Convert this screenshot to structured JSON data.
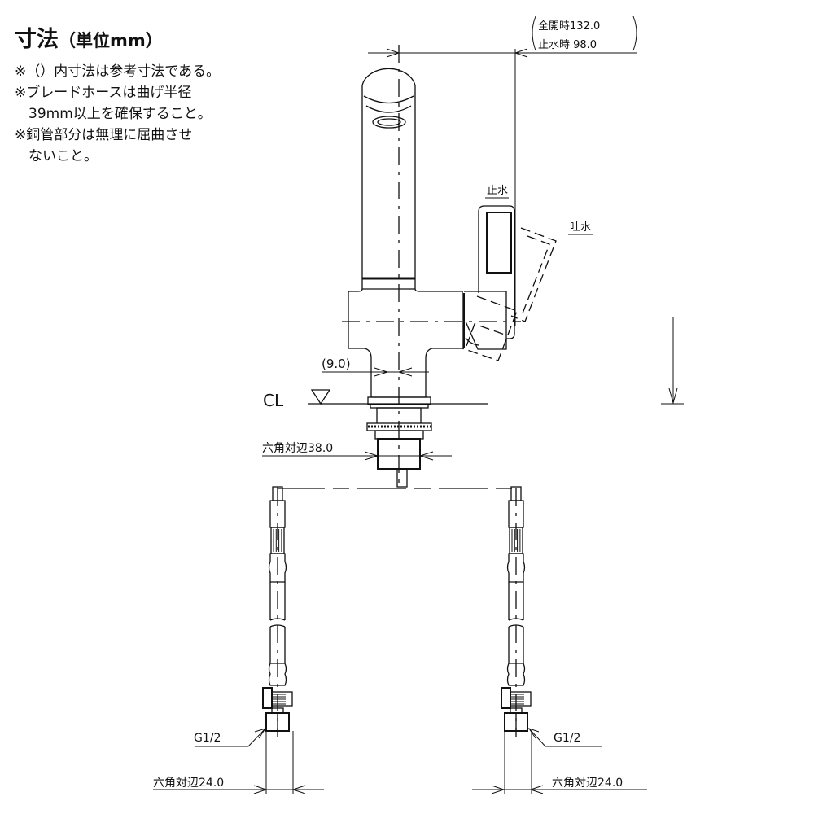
{
  "title": {
    "main": "寸法",
    "unit": "（単位mm）"
  },
  "notes": [
    "※（）内寸法は参考寸法である。",
    "※ブレードホースは曲げ半径",
    "　39mm以上を確保すること。",
    "※銅管部分は無理に屈曲させ",
    "　ないこと。"
  ],
  "dimensions": {
    "spout_reach_open": "全開時132.0",
    "spout_reach_closed": "止水時 98.0",
    "offset": "(9.0)",
    "cl": "CL",
    "hex_body": "六角対辺38.0",
    "thread_left": "G1/2",
    "thread_right": "G1/2",
    "hex_hose_left": "六角対辺24.0",
    "hex_hose_right": "六角対辺24.0"
  },
  "lever": {
    "closed_label": "止水",
    "open_label": "吐水"
  }
}
